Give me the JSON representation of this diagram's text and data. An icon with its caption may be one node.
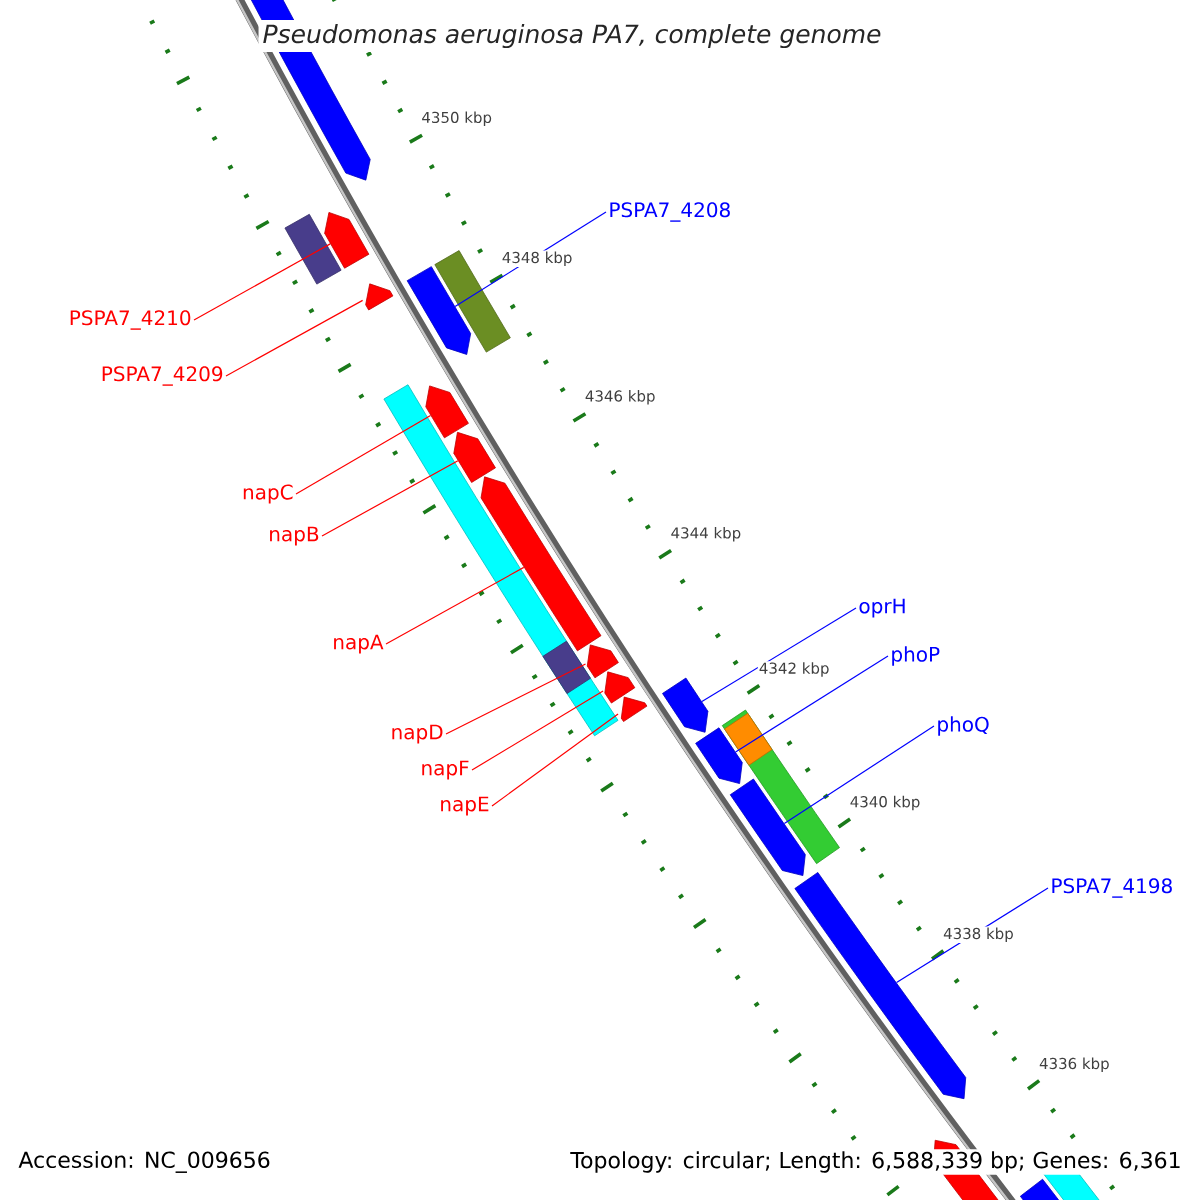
{
  "diagram": {
    "title": "Pseudomonas aeruginosa PA7, complete genome",
    "nodes": [
      {
        "text": [
          "PSPA7_4208"
        ]
      },
      {
        "text": [
          "PSPA7_4210"
        ]
      },
      {
        "text": [
          "PSPA7_4209"
        ]
      },
      {
        "text": [
          "napC"
        ]
      },
      {
        "text": [
          "napB"
        ]
      },
      {
        "text": [
          "oprH"
        ]
      },
      {
        "text": [
          "napA"
        ]
      },
      {
        "text": [
          "phoP"
        ]
      },
      {
        "text": [
          "phoQ"
        ]
      },
      {
        "text": [
          "napD"
        ]
      },
      {
        "text": [
          "napF"
        ]
      },
      {
        "text": [
          "napE"
        ]
      },
      {
        "text": [
          "PSPA7_4198"
        ]
      },
      {
        "text": [],
        "shape": "bar"
      },
      {
        "text": [],
        "shape": "bar"
      },
      {
        "text": [],
        "shape": "bar"
      },
      {
        "text": [],
        "shape": "bar"
      },
      {
        "text": [],
        "shape": "bar"
      },
      {
        "text": [],
        "shape": "bar"
      },
      {
        "text": [],
        "shape": "bar"
      },
      {
        "text": [],
        "shape": "bar"
      },
      {
        "text": [],
        "shape": "bar"
      },
      {
        "text": [],
        "shape": "bar"
      },
      {
        "text": [],
        "shape": "bar"
      },
      {
        "text": [],
        "shape": "bar"
      },
      {
        "text": [],
        "shape": "bar"
      },
      {
        "text": [],
        "shape": "bar"
      }
    ],
    "edges": [
      {
        "from": 0,
        "to": 15,
        "arrow": "none",
        "color": "#0000ff"
      },
      {
        "from": 1,
        "to": 13,
        "arrow": "none"
      },
      {
        "from": 2,
        "to": 14,
        "arrow": "none"
      },
      {
        "from": 3,
        "to": 16,
        "arrow": "none"
      },
      {
        "from": 4,
        "to": 17,
        "arrow": "none"
      },
      {
        "from": 5,
        "to": 22,
        "arrow": "none",
        "color": "#0000ff"
      },
      {
        "from": 6,
        "to": 18,
        "arrow": "none"
      },
      {
        "from": 7,
        "to": 23,
        "arrow": "none",
        "color": "#0000ff"
      },
      {
        "from": 8,
        "to": 24,
        "arrow": "none",
        "color": "#0000ff"
      },
      {
        "from": 9,
        "to": 19,
        "arrow": "none"
      },
      {
        "from": 10,
        "to": 20,
        "arrow": "none"
      },
      {
        "from": 11,
        "to": 21,
        "arrow": "none"
      },
      {
        "from": 12,
        "to": 25,
        "arrow": "none",
        "color": "#0000ff"
      }
    ],
    "labels": [
      "4350 kbp",
      "4348 kbp",
      "4346 kbp",
      "4344 kbp",
      "4342 kbp",
      "4340 kbp",
      "4338 kbp",
      "4336 kbp",
      "Accession: NC_009656",
      "Topology: circular; Length: 6,588,339 bp; Genes: 6,361"
    ]
  }
}
